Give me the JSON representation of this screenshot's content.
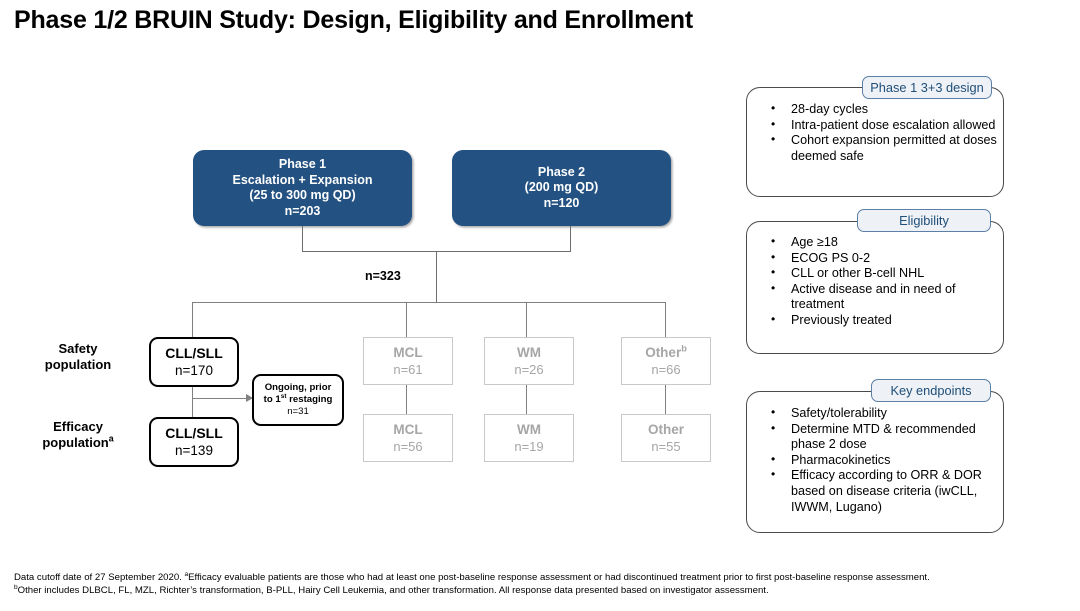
{
  "title": "Phase 1/2 BRUIN Study: Design, Eligibility and Enrollment",
  "colors": {
    "phase_box_fill": "#235181",
    "panel_tab_fill": "#eef1f5",
    "panel_tab_text": "#1f4e79",
    "grey_box_text": "#a6a6a6",
    "connector": "#808080"
  },
  "flow": {
    "phase1": {
      "line1": "Phase 1",
      "line2": "Escalation + Expansion",
      "line3": "(25 to 300 mg QD)",
      "line4": "n=203"
    },
    "phase2": {
      "line1": "Phase 2",
      "line2": "(200 mg QD)",
      "line3": "n=120"
    },
    "total_label": "n=323",
    "row_labels": {
      "safety": {
        "line1": "Safety",
        "line2": "population"
      },
      "efficacy": {
        "line1": "Efficacy",
        "line2": "population",
        "sup": "a"
      }
    },
    "safety_row": [
      {
        "title": "CLL/SLL",
        "n": "n=170",
        "style": "bold"
      },
      {
        "title": "MCL",
        "n": "n=61",
        "style": "grey"
      },
      {
        "title": "WM",
        "n": "n=26",
        "style": "grey"
      },
      {
        "title": "Other",
        "sup": "b",
        "n": "n=66",
        "style": "grey"
      }
    ],
    "efficacy_row": [
      {
        "title": "CLL/SLL",
        "n": "n=139",
        "style": "bold"
      },
      {
        "title": "MCL",
        "n": "n=56",
        "style": "grey"
      },
      {
        "title": "WM",
        "n": "n=19",
        "style": "grey"
      },
      {
        "title": "Other",
        "n": "n=55",
        "style": "grey"
      }
    ],
    "ongoing_box": {
      "line1": "Ongoing, prior",
      "line2_pre": "to 1",
      "line2_sup": "st",
      "line2_post": " restaging",
      "line3": "n=31"
    }
  },
  "panels": [
    {
      "tab": "Phase 1 3+3 design",
      "items": [
        "28-day cycles",
        "Intra-patient dose escalation allowed",
        "Cohort expansion permitted at doses deemed safe"
      ]
    },
    {
      "tab": "Eligibility",
      "items": [
        "Age ≥18",
        "ECOG PS 0-2",
        "CLL or other B-cell NHL",
        "Active disease and in need of treatment",
        "Previously treated"
      ]
    },
    {
      "tab": "Key endpoints",
      "items": [
        "Safety/tolerability",
        "Determine MTD & recommended phase 2 dose",
        "Pharmacokinetics",
        "Efficacy according to ORR & DOR based on disease criteria (iwCLL, IWWM, Lugano)"
      ]
    }
  ],
  "footnote": {
    "line1_pre": "Data cutoff date of 27 September 2020. ",
    "line1_sup": "a",
    "line1_post": "Efficacy evaluable patients are those who had at least one post-baseline response assessment or had discontinued treatment prior to first post-baseline response assessment.",
    "line2_sup": "b",
    "line2_post": "Other includes DLBCL, FL, MZL, Richter’s transformation, B-PLL, Hairy Cell Leukemia, and other transformation. All response data presented based on investigator assessment."
  }
}
